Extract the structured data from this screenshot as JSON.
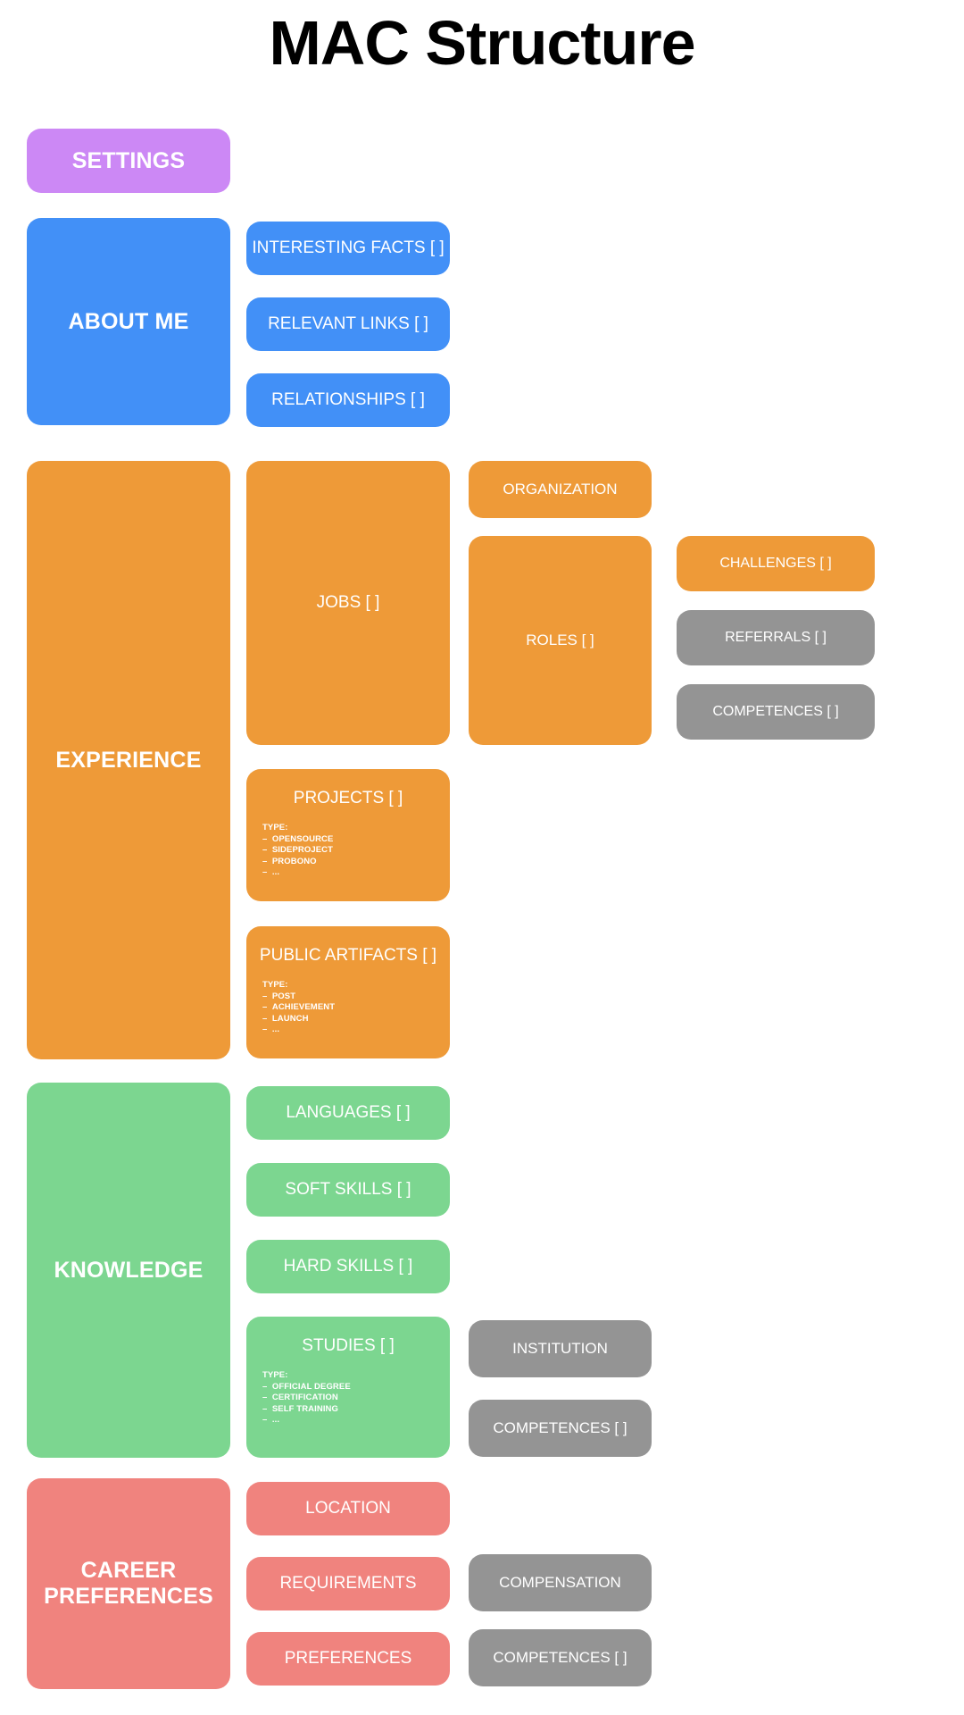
{
  "title": "MAC Structure",
  "colors": {
    "purple": "#cc88f5",
    "blue": "#4290f7",
    "orange": "#ee9a38",
    "green": "#7cd690",
    "salmon": "#f0837e",
    "gray": "#949494",
    "background": "#ffffff",
    "title_text": "#000000",
    "node_text": "#ffffff"
  },
  "sections": {
    "settings": {
      "label": "SETTINGS"
    },
    "about_me": {
      "label": "ABOUT ME",
      "children": [
        {
          "label": "INTERESTING FACTS [ ]"
        },
        {
          "label": "RELEVANT LINKS [ ]"
        },
        {
          "label": "RELATIONSHIPS [ ]"
        }
      ]
    },
    "experience": {
      "label": "EXPERIENCE",
      "jobs": {
        "label": "JOBS [ ]"
      },
      "organization": {
        "label": "ORGANIZATION"
      },
      "roles": {
        "label": "ROLES [ ]"
      },
      "challenges": {
        "label": "CHALLENGES [ ]"
      },
      "referrals": {
        "label": "REFERRALS [ ]"
      },
      "competences": {
        "label": "COMPETENCES [ ]"
      },
      "projects": {
        "label": "PROJECTS [ ]",
        "type_heading": "TYPE:",
        "types": [
          "OPENSOURCE",
          "SIDEPROJECT",
          "PROBONO",
          "..."
        ]
      },
      "public_artifacts": {
        "label": "PUBLIC ARTIFACTS [ ]",
        "type_heading": "TYPE:",
        "types": [
          "POST",
          "ACHIEVEMENT",
          "LAUNCH",
          "..."
        ]
      }
    },
    "knowledge": {
      "label": "KNOWLEDGE",
      "languages": {
        "label": "LANGUAGES [ ]"
      },
      "soft_skills": {
        "label": "SOFT SKILLS [ ]"
      },
      "hard_skills": {
        "label": "HARD SKILLS [ ]"
      },
      "studies": {
        "label": "STUDIES [ ]",
        "type_heading": "TYPE:",
        "types": [
          "OFFICIAL DEGREE",
          "CERTIFICATION",
          "SELF TRAINING",
          "..."
        ]
      },
      "institution": {
        "label": "INSTITUTION"
      },
      "competences": {
        "label": "COMPETENCES [ ]"
      }
    },
    "career_preferences": {
      "label": "CAREER\nPREFERENCES",
      "label_line1": "CAREER",
      "label_line2": "PREFERENCES",
      "location": {
        "label": "LOCATION"
      },
      "requirements": {
        "label": "REQUIREMENTS"
      },
      "preferences": {
        "label": "PREFERENCES"
      },
      "compensation": {
        "label": "COMPENSATION"
      },
      "competences": {
        "label": "COMPETENCES [ ]"
      }
    }
  }
}
